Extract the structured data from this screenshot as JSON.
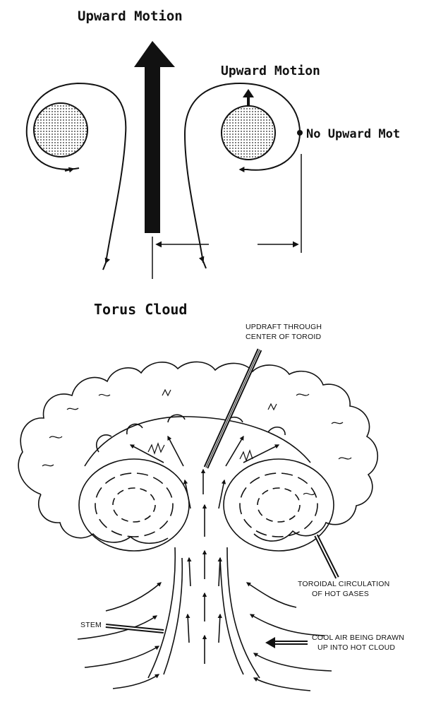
{
  "top_diagram": {
    "label_center": "Upward Motion",
    "label_right": "Upward Motion",
    "label_side": "No Upward Mot",
    "caption": "Torus Cloud"
  },
  "bottom_diagram": {
    "callout_updraft_line1": "UPDRAFT THROUGH",
    "callout_updraft_line2": "CENTER OF TOROID",
    "callout_toroidal_line1": "TOROIDAL CIRCULATION",
    "callout_toroidal_line2": "OF HOT GASES",
    "callout_stem": "STEM",
    "callout_cool_line1": "COOL AIR BEING DRAWN",
    "callout_cool_line2": "UP INTO HOT CLOUD"
  }
}
